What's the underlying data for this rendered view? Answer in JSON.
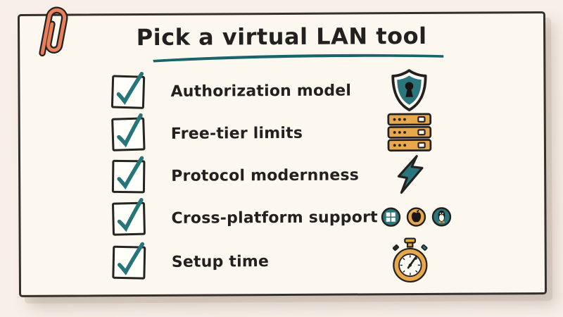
{
  "title": "Pick a virtual LAN tool",
  "checklist": [
    {
      "label": "Authorization model",
      "checked": true,
      "icon": "shield-keyhole-icon"
    },
    {
      "label": "Free-tier limits",
      "checked": true,
      "icon": "server-stack-icon"
    },
    {
      "label": "Protocol modernness",
      "checked": true,
      "icon": "lightning-bolt-icon"
    },
    {
      "label": "Cross-platform support",
      "checked": true,
      "icon": "windows-apple-linux-icons"
    },
    {
      "label": "Setup time",
      "checked": true,
      "icon": "stopwatch-icon"
    }
  ],
  "colors": {
    "teal": "#26757b",
    "underline_teal": "#17646b",
    "amber": "#e7a84d",
    "coral": "#e8805c",
    "ink": "#23211f",
    "paper": "#fcf8ef",
    "background": "#f8efe8"
  }
}
